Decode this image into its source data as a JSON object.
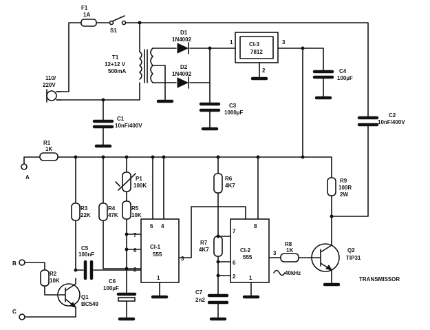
{
  "page_title": "TRANSMISSOR",
  "components": {
    "f1": {
      "name": "F1",
      "value": "1A"
    },
    "s1": {
      "name": "S1"
    },
    "mains": {
      "value_line1": "110/",
      "value_line2": "220V"
    },
    "t1": {
      "name": "T1",
      "value_line1": "12+12 V",
      "value_line2": "500mA"
    },
    "d1": {
      "name": "D1",
      "value": "1N4002"
    },
    "d2": {
      "name": "D2",
      "value": "1N4002"
    },
    "ci3": {
      "name": "CI-3",
      "value": "7812",
      "pin_in": "1",
      "pin_gnd": "2",
      "pin_out": "3"
    },
    "c1": {
      "name": "C1",
      "value": "10nF/400V"
    },
    "c2": {
      "name": "C2",
      "value": "10nF/400V"
    },
    "c3": {
      "name": "C3",
      "value": "1000µF"
    },
    "c4": {
      "name": "C4",
      "value": "100µF"
    },
    "c5": {
      "name": "C5",
      "value": "100nF"
    },
    "c6": {
      "name": "C6",
      "value": "100µF"
    },
    "c7": {
      "name": "C7",
      "value": "2n2"
    },
    "r1": {
      "name": "R1",
      "value": "1K"
    },
    "r2": {
      "name": "R2",
      "value": "10K"
    },
    "r3": {
      "name": "R3",
      "value": "22K"
    },
    "r4": {
      "name": "R4",
      "value": "47K"
    },
    "r5": {
      "name": "R5",
      "value": "10K"
    },
    "r6": {
      "name": "R6",
      "value": "4K7"
    },
    "r7": {
      "name": "R7",
      "value": "4K7"
    },
    "r8": {
      "name": "R8",
      "value": "1K"
    },
    "r9": {
      "name": "R9",
      "value_line1": "100R",
      "value_line2": "2W"
    },
    "p1": {
      "name": "P1",
      "value": "100K"
    },
    "q1": {
      "name": "Q1",
      "value": "BC549"
    },
    "q2": {
      "name": "Q2",
      "value": "TIP31"
    },
    "ci1": {
      "name": "CI-1",
      "value": "555",
      "pin6": "6",
      "pin4": "4",
      "pin7": "7",
      "pin6b": "6",
      "pin2": "2",
      "pin3": "3",
      "pin1": "1"
    },
    "ci2": {
      "name": "CI-2",
      "value": "555",
      "pin7": "7",
      "pin8": "8",
      "pin6": "6",
      "pin2": "2",
      "pin3": "3",
      "pin1": "1"
    }
  },
  "terminals": {
    "a": "A",
    "b": "B",
    "c": "C"
  },
  "annotations": {
    "freq": "40kHz"
  }
}
